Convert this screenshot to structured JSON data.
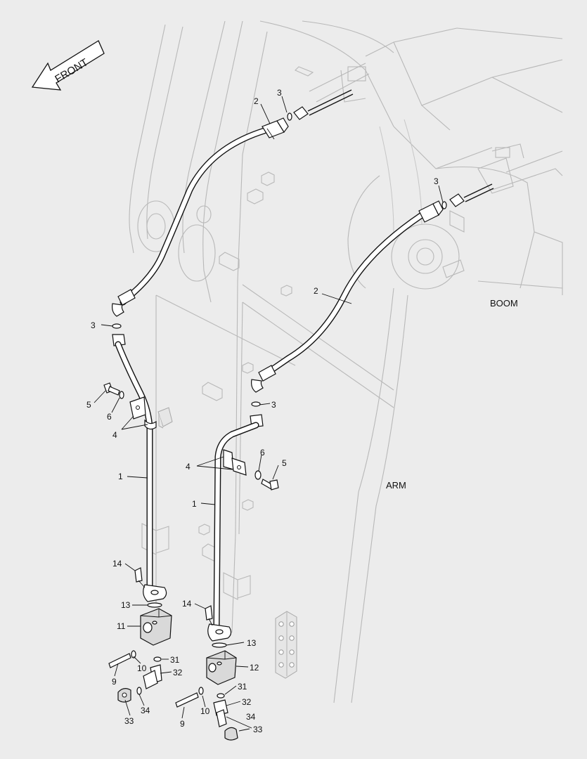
{
  "direction_label": "FRONT",
  "section_labels": {
    "boom": "BOOM",
    "arm": "ARM"
  },
  "callouts": {
    "c1_left": "1",
    "c1_right": "1",
    "c2_top": "2",
    "c2_right": "2",
    "c3_top": "3",
    "c3_boom": "3",
    "c3_left": "3",
    "c3_right": "3",
    "c4_left": "4",
    "c4_right": "4",
    "c5_left": "5",
    "c5_right": "5",
    "c6_left": "6",
    "c6_right": "6",
    "c9_left": "9",
    "c9_right": "9",
    "c10_left": "10",
    "c10_right": "10",
    "c11": "11",
    "c12": "12",
    "c13_left": "13",
    "c13_right": "13",
    "c14_left": "14",
    "c14_right": "14",
    "c31_left": "31",
    "c31_right": "31",
    "c32_left": "32",
    "c32_right": "32",
    "c33_left": "33",
    "c33_right": "33",
    "c34_left": "34",
    "c34_right": "34"
  }
}
